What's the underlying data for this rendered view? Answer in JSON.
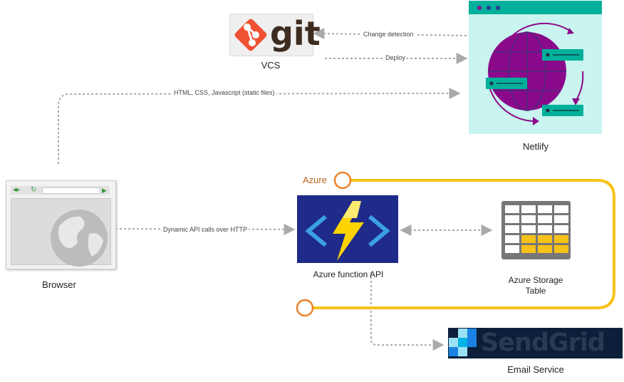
{
  "nodes": {
    "vcs": {
      "label": "VCS",
      "logo_text": "git"
    },
    "netlify": {
      "label": "Netlify"
    },
    "browser": {
      "label": "Browser"
    },
    "azure_function": {
      "label": "Azure function API"
    },
    "azure_storage": {
      "label_line1": "Azure Storage",
      "label_line2": "Table"
    },
    "email": {
      "label": "Email Service",
      "logo_text": "SendGrid"
    }
  },
  "group": {
    "label": "Azure"
  },
  "edges": {
    "change_detection": "Change detection",
    "deploy": "Deploy",
    "static_files": "HTML, CSS, Javascript (static files)",
    "api_calls": "Dynamic API calls over HTTP"
  },
  "colors": {
    "git_orange": "#f05133",
    "netlify_bg": "#c9f4ef",
    "netlify_bar": "#00b09b",
    "globe_purple": "#8b0a8b",
    "azure_border": "#f6c218",
    "azure_circle": "#e9822d",
    "function_bg": "#1f2b88",
    "bolt_yellow": "#ffd400",
    "arrow_gray": "#aaaaaa"
  }
}
